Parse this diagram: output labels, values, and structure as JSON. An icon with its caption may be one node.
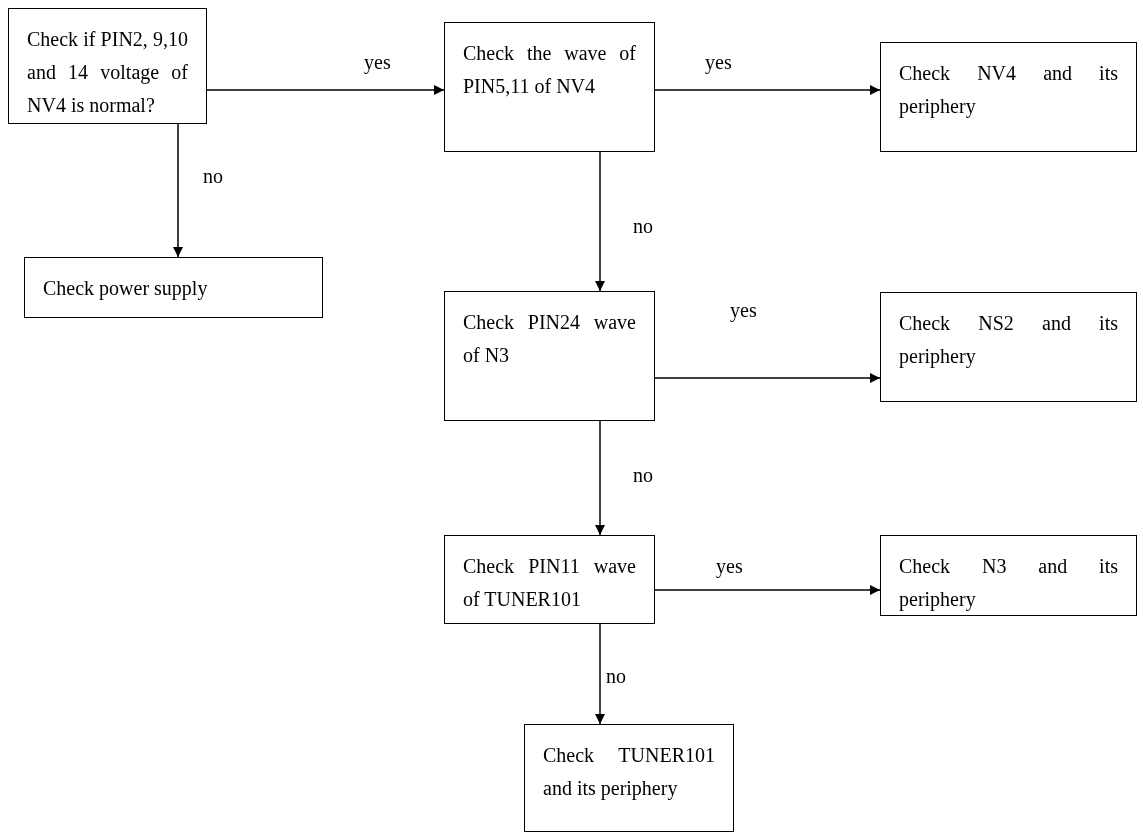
{
  "diagram": {
    "nodes": [
      {
        "text": [
          "Check if PIN2, 9,10 and 14 voltage of NV4 is normal?"
        ]
      },
      {
        "text": [
          "Check the wave of PIN5,11 of NV4"
        ]
      },
      {
        "text": [
          "Check NV4 and its periphery"
        ]
      },
      {
        "text": [
          "Check power supply"
        ]
      },
      {
        "text": [
          "Check PIN24 wave of N3"
        ]
      },
      {
        "text": [
          "Check NS2 and its periphery"
        ]
      },
      {
        "text": [
          "Check PIN11 wave of TUNER101"
        ]
      },
      {
        "text": [
          "Check N3 and its periphery"
        ]
      },
      {
        "text": [
          "Check TUNER101 and its periphery"
        ]
      }
    ],
    "edges": [
      {
        "from": 0,
        "to": 1,
        "arrow": "to",
        "label": "yes"
      },
      {
        "from": 1,
        "to": 2,
        "arrow": "to",
        "label": "yes"
      },
      {
        "from": 0,
        "to": 3,
        "arrow": "to",
        "label": "no"
      },
      {
        "from": 1,
        "to": 4,
        "arrow": "to",
        "label": "no"
      },
      {
        "from": 4,
        "to": 5,
        "arrow": "to",
        "label": "yes"
      },
      {
        "from": 4,
        "to": 6,
        "arrow": "to",
        "label": "no"
      },
      {
        "from": 6,
        "to": 7,
        "arrow": "to",
        "label": "yes"
      },
      {
        "from": 6,
        "to": 8,
        "arrow": "to",
        "label": "no"
      }
    ]
  }
}
